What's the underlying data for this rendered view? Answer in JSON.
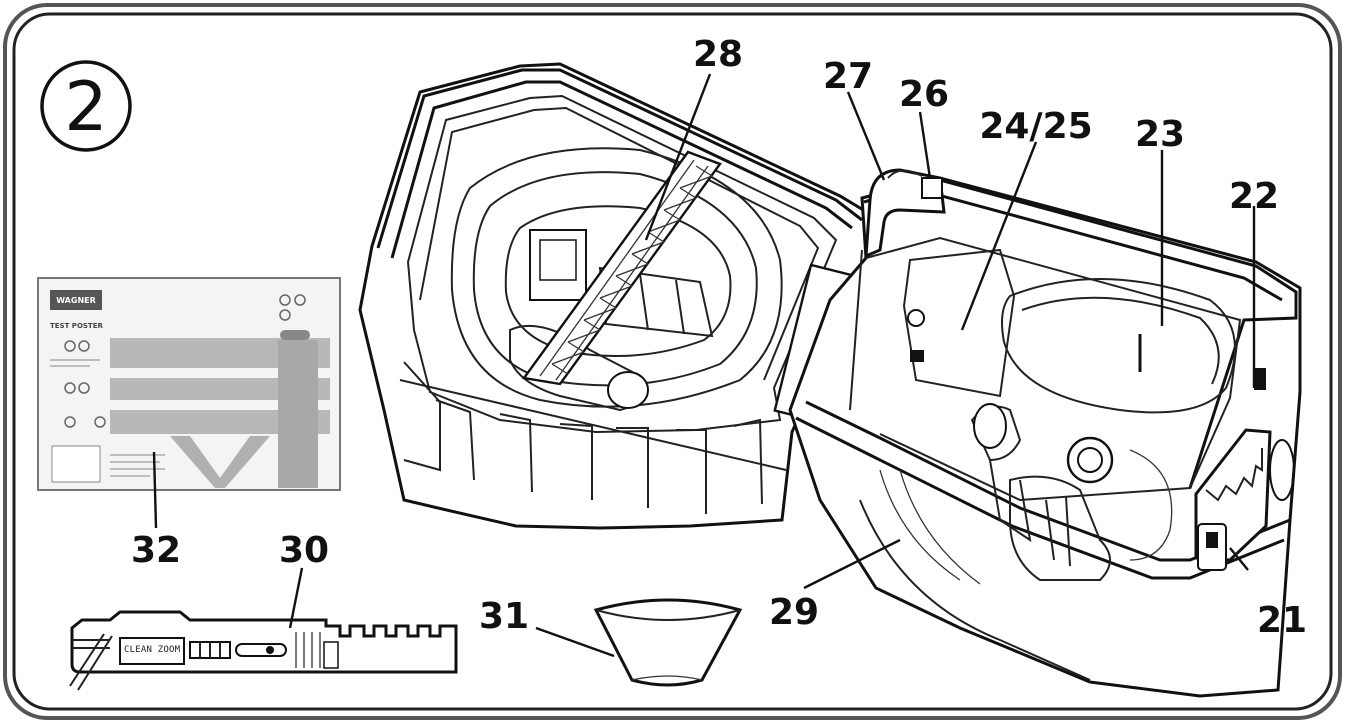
{
  "figure": {
    "number": "2"
  },
  "callouts": [
    {
      "id": "21",
      "label": "21"
    },
    {
      "id": "22",
      "label": "22"
    },
    {
      "id": "23",
      "label": "23"
    },
    {
      "id": "24-25",
      "label": "24/25"
    },
    {
      "id": "26",
      "label": "26"
    },
    {
      "id": "27",
      "label": "27"
    },
    {
      "id": "28",
      "label": "28"
    },
    {
      "id": "29",
      "label": "29"
    },
    {
      "id": "30",
      "label": "30"
    },
    {
      "id": "31",
      "label": "31"
    },
    {
      "id": "32",
      "label": "32"
    }
  ],
  "poster": {
    "brand": "WAGNER",
    "title": "TEST POSTER"
  },
  "gauge": {
    "text": "CLEAN ZOOM"
  }
}
